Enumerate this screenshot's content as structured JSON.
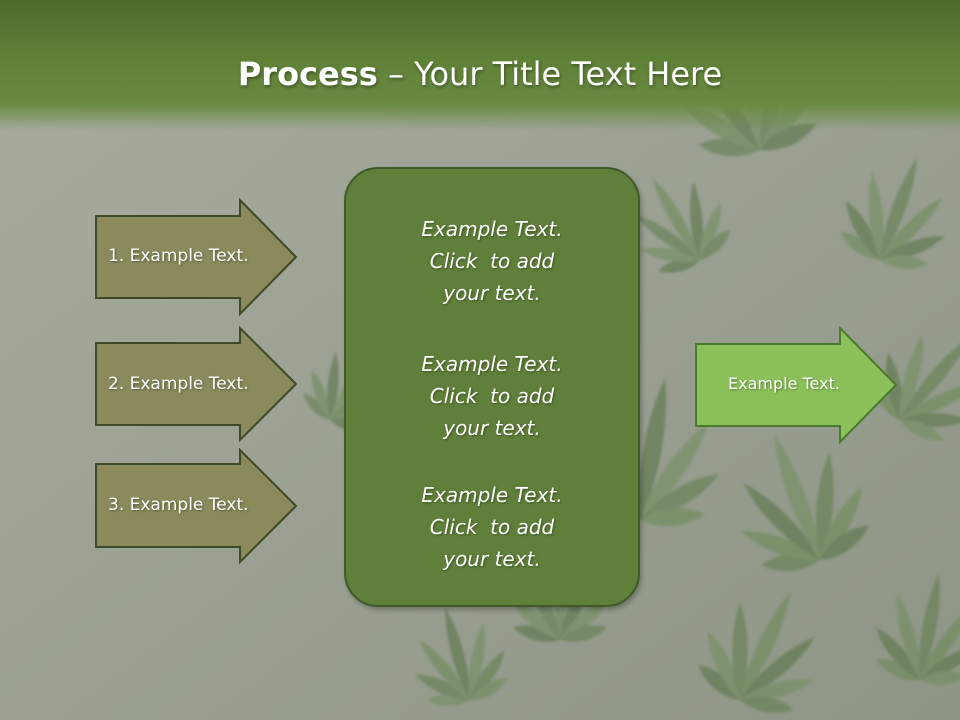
{
  "title": {
    "bold": "Process",
    "rest": " – Your Title Text Here"
  },
  "left_arrows": [
    {
      "label": "1. Example Text."
    },
    {
      "label": "2. Example Text."
    },
    {
      "label": "3. Example Text."
    }
  ],
  "center_blocks": [
    {
      "line1": "Example Text.",
      "line2": "Click  to add",
      "line3": "your text."
    },
    {
      "line1": "Example Text.",
      "line2": "Click  to add",
      "line3": "your text."
    },
    {
      "line1": "Example Text.",
      "line2": "Click  to add",
      "line3": "your text."
    }
  ],
  "right_arrow": {
    "label": "Example Text."
  },
  "colors": {
    "left_arrow_fill": "#8a8a5c",
    "left_arrow_stroke": "#3e4a26",
    "center_fill": "#5f7f3a",
    "right_arrow_fill": "#8cc05a",
    "right_arrow_stroke": "#4a7a2a",
    "title_band": "#5f8136"
  }
}
